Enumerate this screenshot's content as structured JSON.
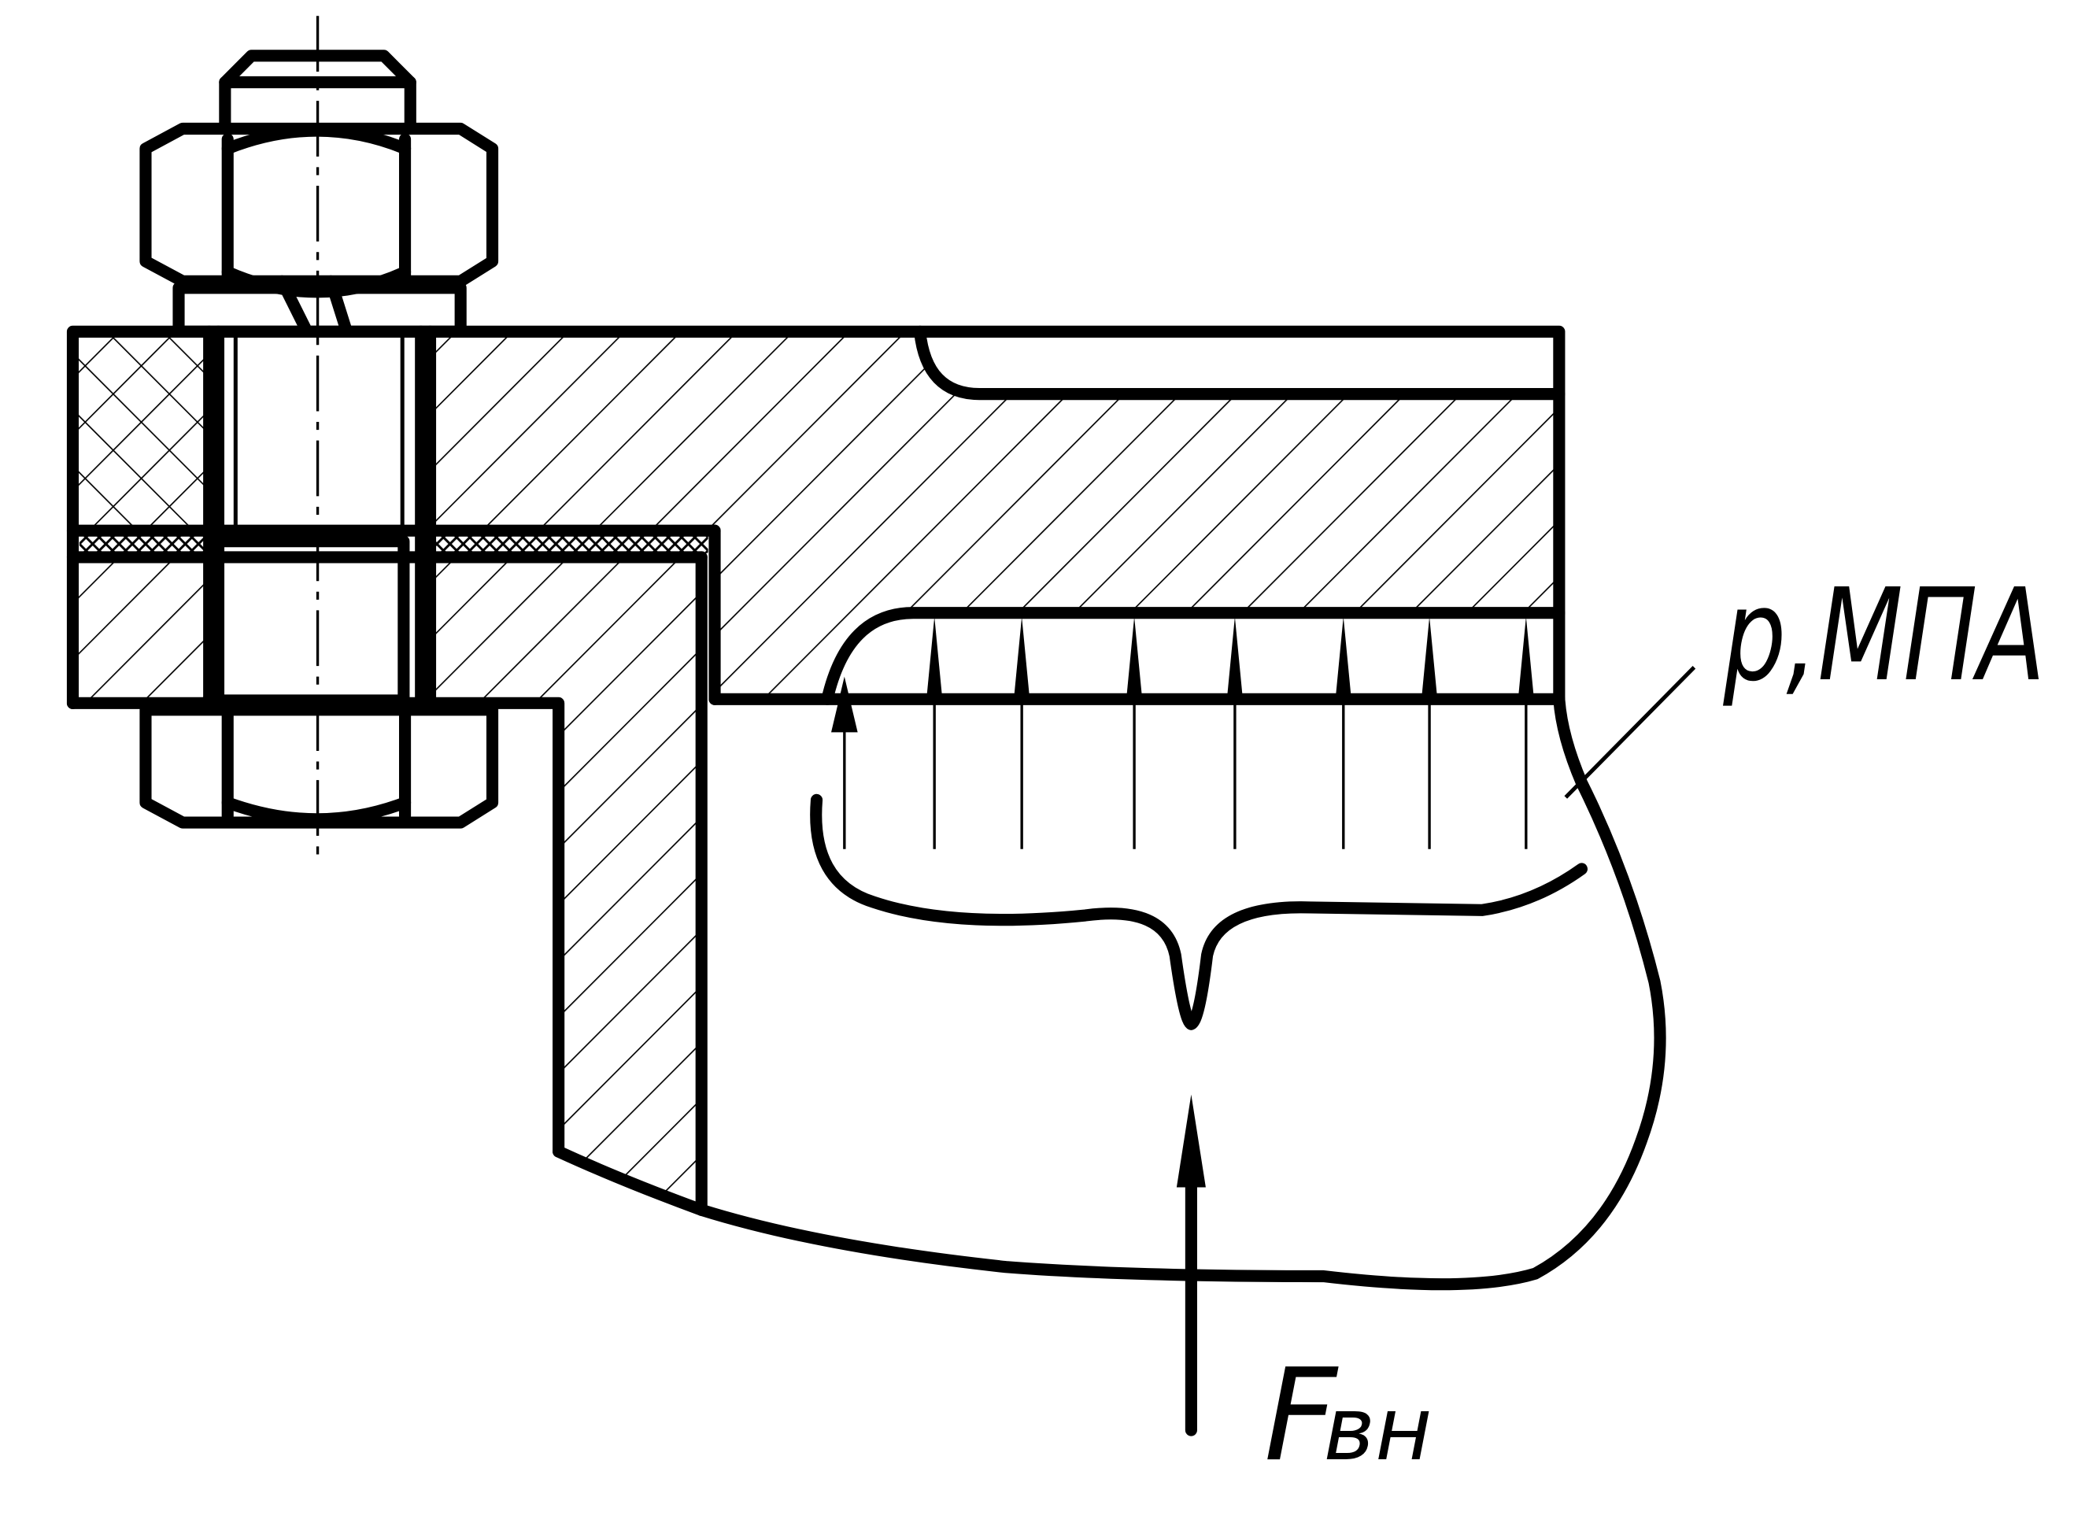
{
  "labels": {
    "pressure": "p,МПА",
    "force_main": "F",
    "force_sub": "вн"
  },
  "colors": {
    "line": "#000000",
    "background": "#ffffff"
  }
}
